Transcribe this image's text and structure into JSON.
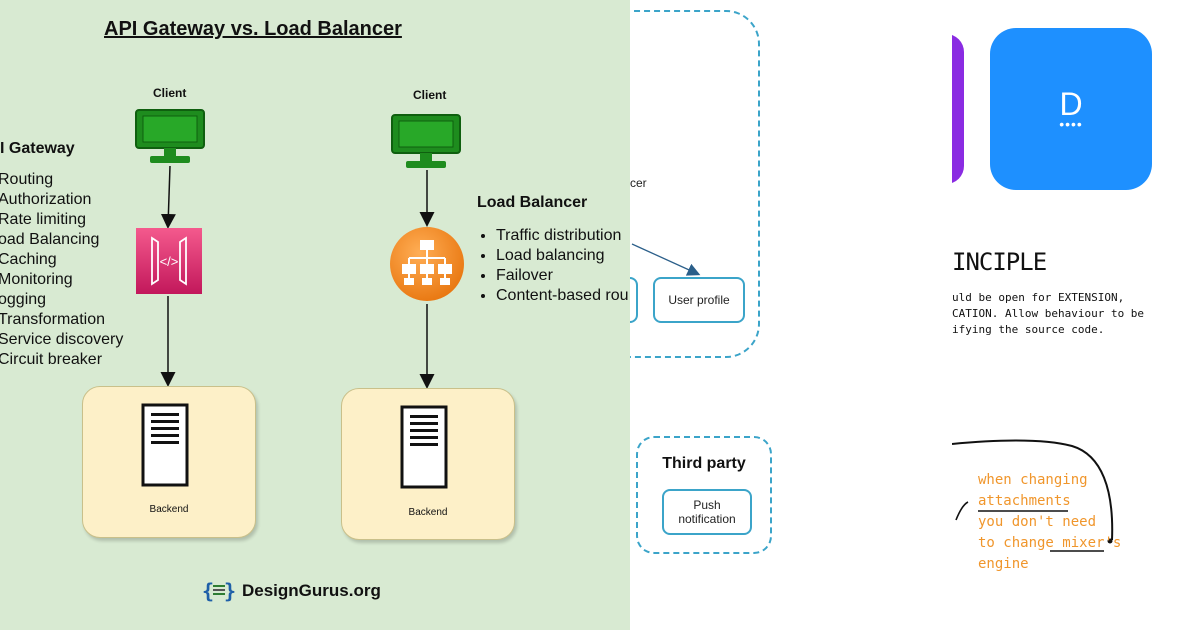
{
  "left": {
    "title": "API Gateway vs. Load Balancer",
    "clients": [
      "Client",
      "Client"
    ],
    "gateway": {
      "title": "I Gateway",
      "features": [
        "Routing",
        "Authorization",
        "Rate limiting",
        "oad Balancing",
        "Caching",
        "Monitoring",
        "ogging",
        "Transformation",
        "Service discovery",
        "Circuit breaker"
      ]
    },
    "load_balancer": {
      "title": "Load Balancer",
      "features": [
        "Traffic distribution",
        "Load balancing",
        "Failover",
        "Content-based rou"
      ]
    },
    "backends": [
      "Backend",
      "Backend"
    ],
    "brand": "DesignGurus.org",
    "colors": {
      "background": "#d8ead2",
      "client": "#1e8c1e",
      "gateway": "#e8356d",
      "load_balancer": "#ff8c1a",
      "backend": "#fdf0c8"
    }
  },
  "middle": {
    "partial_text": "cer",
    "user_profile": "User profile",
    "third_party": "Third party",
    "push_notification": [
      "Push",
      "notification"
    ],
    "accent_color": "#3ba4c9"
  },
  "right": {
    "tile_letter": "D",
    "heading": "INCIPLE",
    "lines": [
      "uld be open for EXTENSION,",
      "CATION. Allow behaviour to be",
      "ifying the source code."
    ],
    "note": [
      "when changing",
      "attachments",
      "you don't need",
      "to change mixer's",
      "engine"
    ],
    "colors": {
      "tile": "#1e90ff",
      "purple": "#8a2be2",
      "note": "#f0962c"
    }
  }
}
